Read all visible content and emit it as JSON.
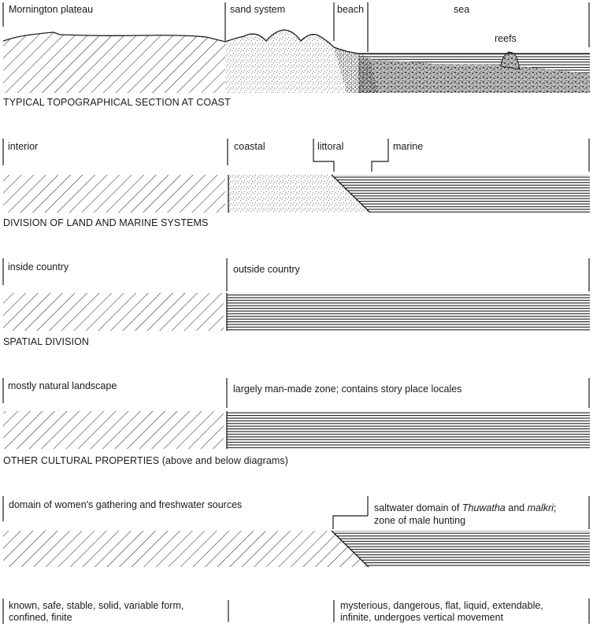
{
  "section1": {
    "labels": {
      "plateau": "Mornington plateau",
      "sand": "sand system",
      "beach": "beach",
      "sea": "sea",
      "reefs": "reefs"
    },
    "caption": "TYPICAL TOPOGRAPHICAL SECTION AT COAST"
  },
  "section2": {
    "labels": {
      "interior": "interior",
      "coastal": "coastal",
      "littoral": "littoral",
      "marine": "marine"
    },
    "caption": "DIVISION OF LAND AND MARINE SYSTEMS"
  },
  "section3": {
    "labels": {
      "inside": "inside country",
      "outside": "outside country"
    },
    "caption": "SPATIAL DIVISION"
  },
  "section4": {
    "labels": {
      "natural": "mostly natural landscape",
      "manmade": "largely man-made zone; contains story place locales"
    },
    "caption": "OTHER CULTURAL PROPERTIES (above and below diagrams)"
  },
  "section5": {
    "labels": {
      "women": "domain of women's gathering and freshwater sources",
      "salt_1_pre": "saltwater domain of ",
      "salt_1_it1": "Thuwatha",
      "salt_1_mid": " and ",
      "salt_1_it2": "malkri",
      "salt_1_post": ";",
      "salt_2": "zone of male hunting"
    },
    "bottom": {
      "left_1": "known, safe, stable, solid, variable form,",
      "left_2": "confined, finite",
      "right_1": "mysterious, dangerous, flat, liquid, extendable,",
      "right_2": "infinite, undergoes vertical movement"
    }
  }
}
